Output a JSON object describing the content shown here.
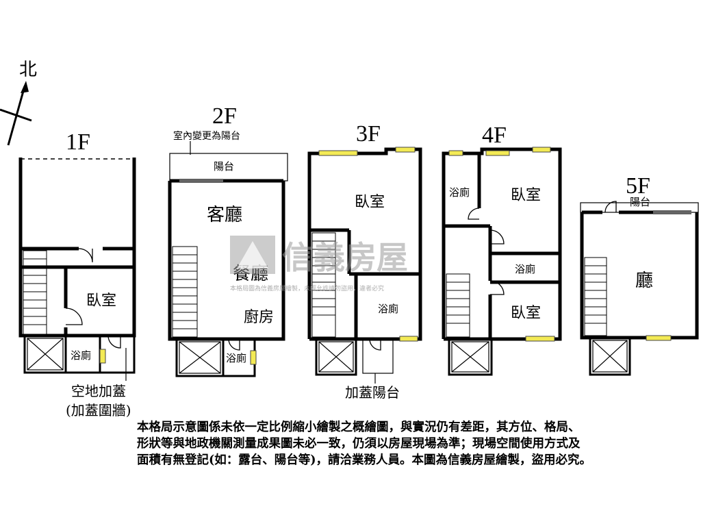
{
  "compass": {
    "label": "北"
  },
  "floors": [
    {
      "label": "1F",
      "rooms": [
        "臥室",
        "浴廁"
      ]
    },
    {
      "label": "2F",
      "rooms": [
        "陽台",
        "客廳",
        "餐廳",
        "廚房",
        "浴廁"
      ],
      "note": "室內變更為陽台"
    },
    {
      "label": "3F",
      "rooms": [
        "臥室",
        "浴廁"
      ]
    },
    {
      "label": "4F",
      "rooms": [
        "浴廁",
        "臥室",
        "浴廁",
        "臥室"
      ]
    },
    {
      "label": "5F",
      "rooms": [
        "陽台",
        "廳"
      ]
    }
  ],
  "callouts": {
    "extension_1f_line1": "空地加蓋",
    "extension_1f_line2": "(加蓋圍牆)",
    "balcony_3f": "加蓋陽台"
  },
  "watermark": {
    "brand": "信義房屋",
    "sub": "本格局圖為信義房屋繪製，未經允許請勿盜用，違者必究"
  },
  "disclaimer": [
    "本格局示意圖係未依一定比例縮小繪製之概繪圖，與實況仍有差距，其方位、格局、",
    "形狀等與地政機關測量成果圖未必一致，仍須以房屋現場為準；現場空間使用方式及",
    "面積有無登記(如：露台、陽台等)，請洽業務人員。本圖為信義房屋繪製，盜用必究。"
  ],
  "colors": {
    "window": "#f3ea55",
    "wall": "#000000",
    "watermark": "#9a9a9a"
  }
}
